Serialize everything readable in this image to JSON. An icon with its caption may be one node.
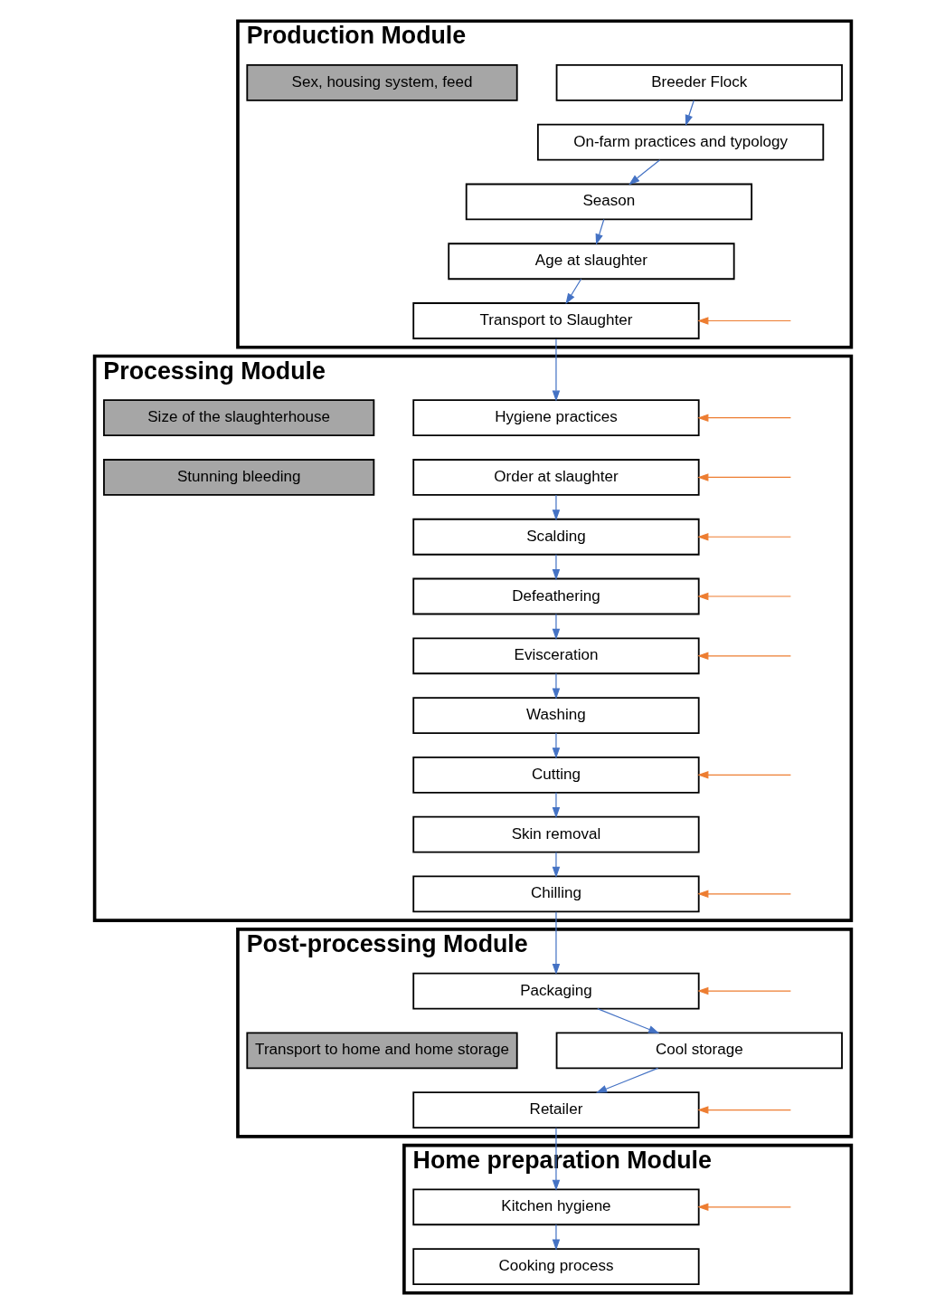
{
  "diagram": {
    "nodes": [
      {
        "text": [
          "Production Module"
        ]
      },
      {
        "text": [
          "Sex, housing system, feed"
        ],
        "in": 0
      },
      {
        "text": [
          "Breeder Flock"
        ],
        "in": 0
      },
      {
        "text": [
          "On-farm practices and typology"
        ],
        "in": 0
      },
      {
        "text": [
          "Season"
        ],
        "in": 0
      },
      {
        "text": [
          "Age at slaughter"
        ],
        "in": 0
      },
      {
        "text": [
          "Transport to Slaughter"
        ],
        "in": 0
      },
      {
        "text": [
          "Processing Module"
        ]
      },
      {
        "text": [
          "Size of the slaughterhouse"
        ],
        "in": 7
      },
      {
        "text": [
          "Stunning bleeding"
        ],
        "in": 7
      },
      {
        "text": [
          "Hygiene practices"
        ],
        "in": 7
      },
      {
        "text": [
          "Order at slaughter"
        ],
        "in": 7
      },
      {
        "text": [
          "Scalding"
        ],
        "in": 7
      },
      {
        "text": [
          "Defeathering"
        ],
        "in": 7
      },
      {
        "text": [
          "Evisceration"
        ],
        "in": 7
      },
      {
        "text": [
          "Washing"
        ],
        "in": 7
      },
      {
        "text": [
          "Cutting"
        ],
        "in": 7
      },
      {
        "text": [
          "Skin removal"
        ],
        "in": 7
      },
      {
        "text": [
          "Chilling"
        ],
        "in": 7
      },
      {
        "text": [
          "Post-processing Module"
        ]
      },
      {
        "text": [
          "Transport to home and home storage"
        ],
        "in": 19
      },
      {
        "text": [
          "Packaging"
        ],
        "in": 19
      },
      {
        "text": [
          "Cool storage"
        ],
        "in": 19
      },
      {
        "text": [
          "Retailer"
        ],
        "in": 19
      },
      {
        "text": [
          "Home preparation Module"
        ]
      },
      {
        "text": [
          "Kitchen hygiene"
        ],
        "in": 24
      },
      {
        "text": [
          "Cooking process"
        ],
        "in": 24
      }
    ],
    "edges": [
      {
        "from": 2,
        "to": 3,
        "arrow": "to"
      },
      {
        "from": 3,
        "to": 4,
        "arrow": "to"
      },
      {
        "from": 4,
        "to": 5,
        "arrow": "to"
      },
      {
        "from": 5,
        "to": 6,
        "arrow": "to"
      },
      {
        "from": null,
        "to": 6,
        "arrow": "to",
        "color": "#ed7d31"
      },
      {
        "from": 6,
        "to": 10,
        "arrow": "to"
      },
      {
        "from": null,
        "to": 10,
        "arrow": "to",
        "color": "#ed7d31"
      },
      {
        "from": null,
        "to": 11,
        "arrow": "to",
        "color": "#ed7d31"
      },
      {
        "from": 11,
        "to": 12,
        "arrow": "to"
      },
      {
        "from": null,
        "to": 12,
        "arrow": "to",
        "color": "#ed7d31"
      },
      {
        "from": 12,
        "to": 13,
        "arrow": "to"
      },
      {
        "from": null,
        "to": 13,
        "arrow": "to",
        "color": "#ed7d31"
      },
      {
        "from": 13,
        "to": 14,
        "arrow": "to"
      },
      {
        "from": null,
        "to": 14,
        "arrow": "to",
        "color": "#ed7d31"
      },
      {
        "from": 14,
        "to": 15,
        "arrow": "to"
      },
      {
        "from": 15,
        "to": 16,
        "arrow": "to"
      },
      {
        "from": null,
        "to": 16,
        "arrow": "to",
        "color": "#ed7d31"
      },
      {
        "from": 16,
        "to": 17,
        "arrow": "to"
      },
      {
        "from": 17,
        "to": 18,
        "arrow": "to"
      },
      {
        "from": null,
        "to": 18,
        "arrow": "to",
        "color": "#ed7d31"
      },
      {
        "from": 18,
        "to": 21,
        "arrow": "to"
      },
      {
        "from": null,
        "to": 21,
        "arrow": "to",
        "color": "#ed7d31"
      },
      {
        "from": 21,
        "to": 22,
        "arrow": "to"
      },
      {
        "from": 22,
        "to": 23,
        "arrow": "to"
      },
      {
        "from": null,
        "to": 23,
        "arrow": "to",
        "color": "#ed7d31"
      },
      {
        "from": 23,
        "to": 25,
        "arrow": "to"
      },
      {
        "from": null,
        "to": 25,
        "arrow": "to",
        "color": "#ed7d31"
      },
      {
        "from": 25,
        "to": 26,
        "arrow": "to"
      }
    ]
  }
}
